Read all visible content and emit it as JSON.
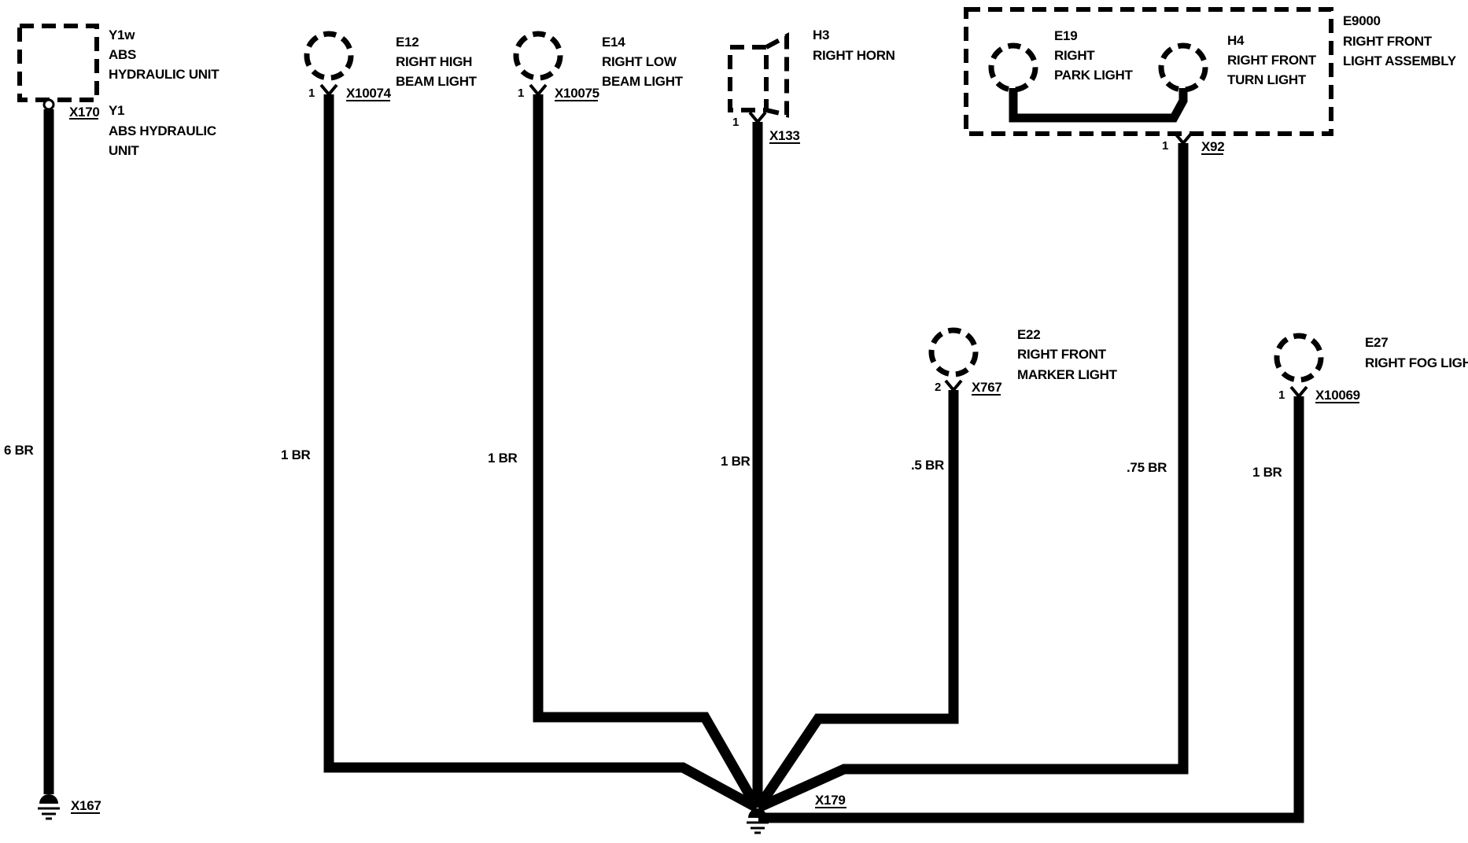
{
  "components": {
    "y1w": {
      "code": "Y1w",
      "name_line1": "ABS",
      "name_line2": "HYDRAULIC UNIT"
    },
    "y1": {
      "code": "Y1",
      "name_line1": "ABS HYDRAULIC",
      "name_line2": "UNIT",
      "connector": "X170"
    },
    "e12": {
      "code": "E12",
      "name_line1": "RIGHT HIGH",
      "name_line2": "BEAM LIGHT",
      "pin": "1",
      "connector": "X10074"
    },
    "e14": {
      "code": "E14",
      "name_line1": "RIGHT LOW",
      "name_line2": "BEAM LIGHT",
      "pin": "1",
      "connector": "X10075"
    },
    "h3": {
      "code": "H3",
      "name_line1": "RIGHT HORN",
      "pin": "1",
      "connector": "X133"
    },
    "e9000": {
      "code": "E9000",
      "name_line1": "RIGHT FRONT",
      "name_line2": "LIGHT ASSEMBLY",
      "pin": "1",
      "connector": "X92"
    },
    "e19": {
      "code": "E19",
      "name_line1": "RIGHT",
      "name_line2": "PARK LIGHT"
    },
    "h4": {
      "code": "H4",
      "name_line1": "RIGHT FRONT",
      "name_line2": "TURN LIGHT"
    },
    "e22": {
      "code": "E22",
      "name_line1": "RIGHT FRONT",
      "name_line2": "MARKER LIGHT",
      "pin": "2",
      "connector": "X767"
    },
    "e27": {
      "code": "E27",
      "name_line1": "RIGHT FOG LIGHT",
      "pin": "1",
      "connector": "X10069"
    }
  },
  "wires": {
    "y1": "6 BR",
    "e12": "1 BR",
    "e14": "1 BR",
    "h3": "1 BR",
    "e22": ".5 BR",
    "e9000": ".75 BR",
    "e27": "1 BR"
  },
  "grounds": {
    "left": "X167",
    "main": "X179"
  }
}
